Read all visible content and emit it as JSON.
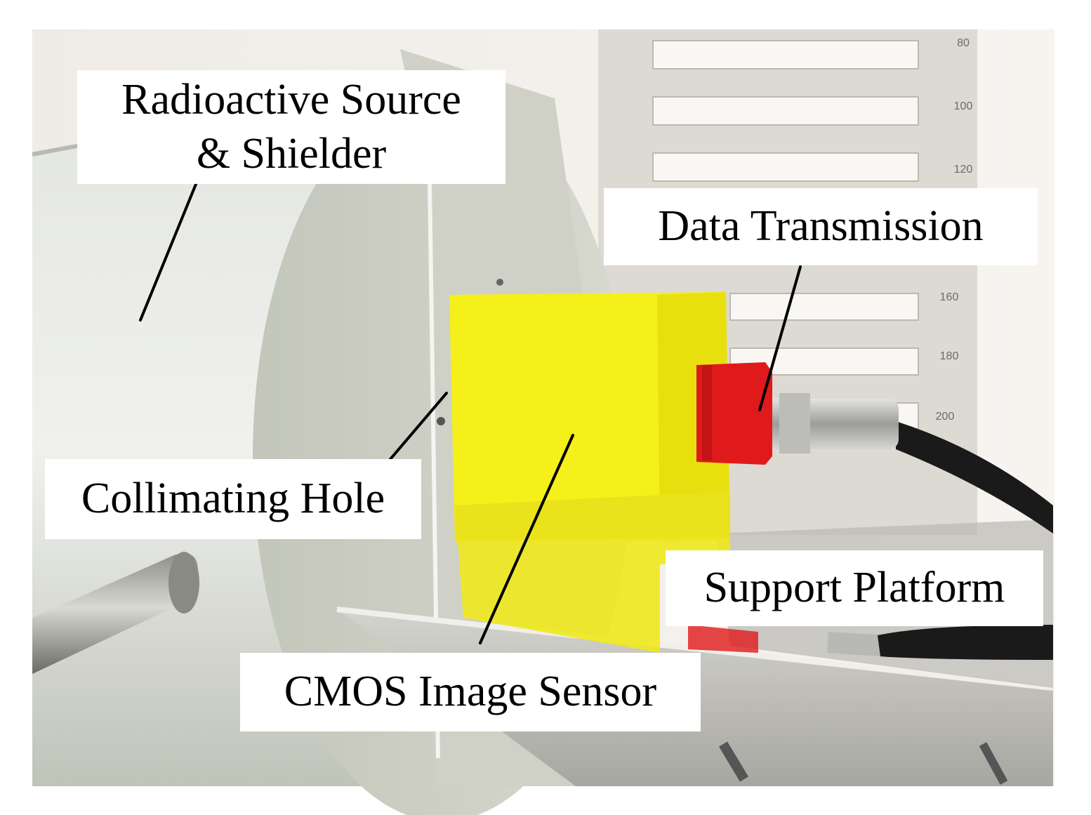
{
  "labels": {
    "source_line1": "Radioactive Source",
    "source_line2": "& Shielder",
    "data_transmission": "Data Transmission",
    "collimating_hole": "Collimating Hole",
    "support_platform": "Support Platform",
    "cmos_sensor": "CMOS Image Sensor"
  },
  "scale_ticks": [
    "80",
    "100",
    "120",
    "160",
    "180",
    "200"
  ],
  "colors": {
    "sensor_housing": "#f5ef1a",
    "connector": "#e01a1a",
    "background_wall": "#f2eeea",
    "shield": "#c9cbc0",
    "cable": "#1a1a1a"
  }
}
